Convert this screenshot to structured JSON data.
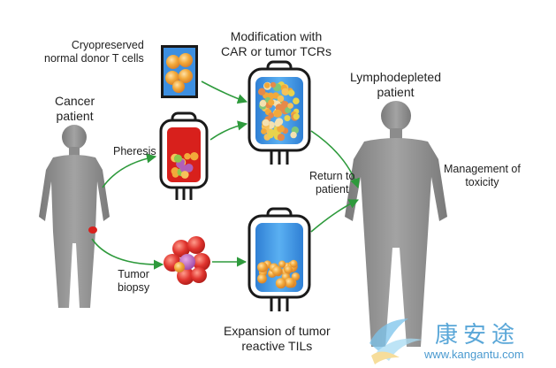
{
  "labels": {
    "cancer_patient": [
      "Cancer",
      "patient"
    ],
    "cryopreserved": [
      "Cryopreserved",
      "normal donor T cells"
    ],
    "modification": [
      "Modification with",
      "CAR or tumor TCRs"
    ],
    "lymphodepleted": [
      "Lymphodepleted",
      "patient"
    ],
    "pheresis": "Pheresis",
    "return_to_patient": [
      "Return to",
      "patient"
    ],
    "management": [
      "Management of",
      "toxicity"
    ],
    "tumor_biopsy": [
      "Tumor",
      "biopsy"
    ],
    "expansion": [
      "Expansion of tumor",
      "reactive TILs"
    ]
  },
  "watermark": {
    "chinese": "康安途",
    "url": "www.kangantu.com"
  },
  "colors": {
    "human": "#8c8c8c",
    "arrow": "#2e9a3c",
    "blood_bag": "#d8201c",
    "blue_bag": "#3d8fe0",
    "cell_orange": "#f2a93a",
    "tumor_red": "#e0342e"
  }
}
